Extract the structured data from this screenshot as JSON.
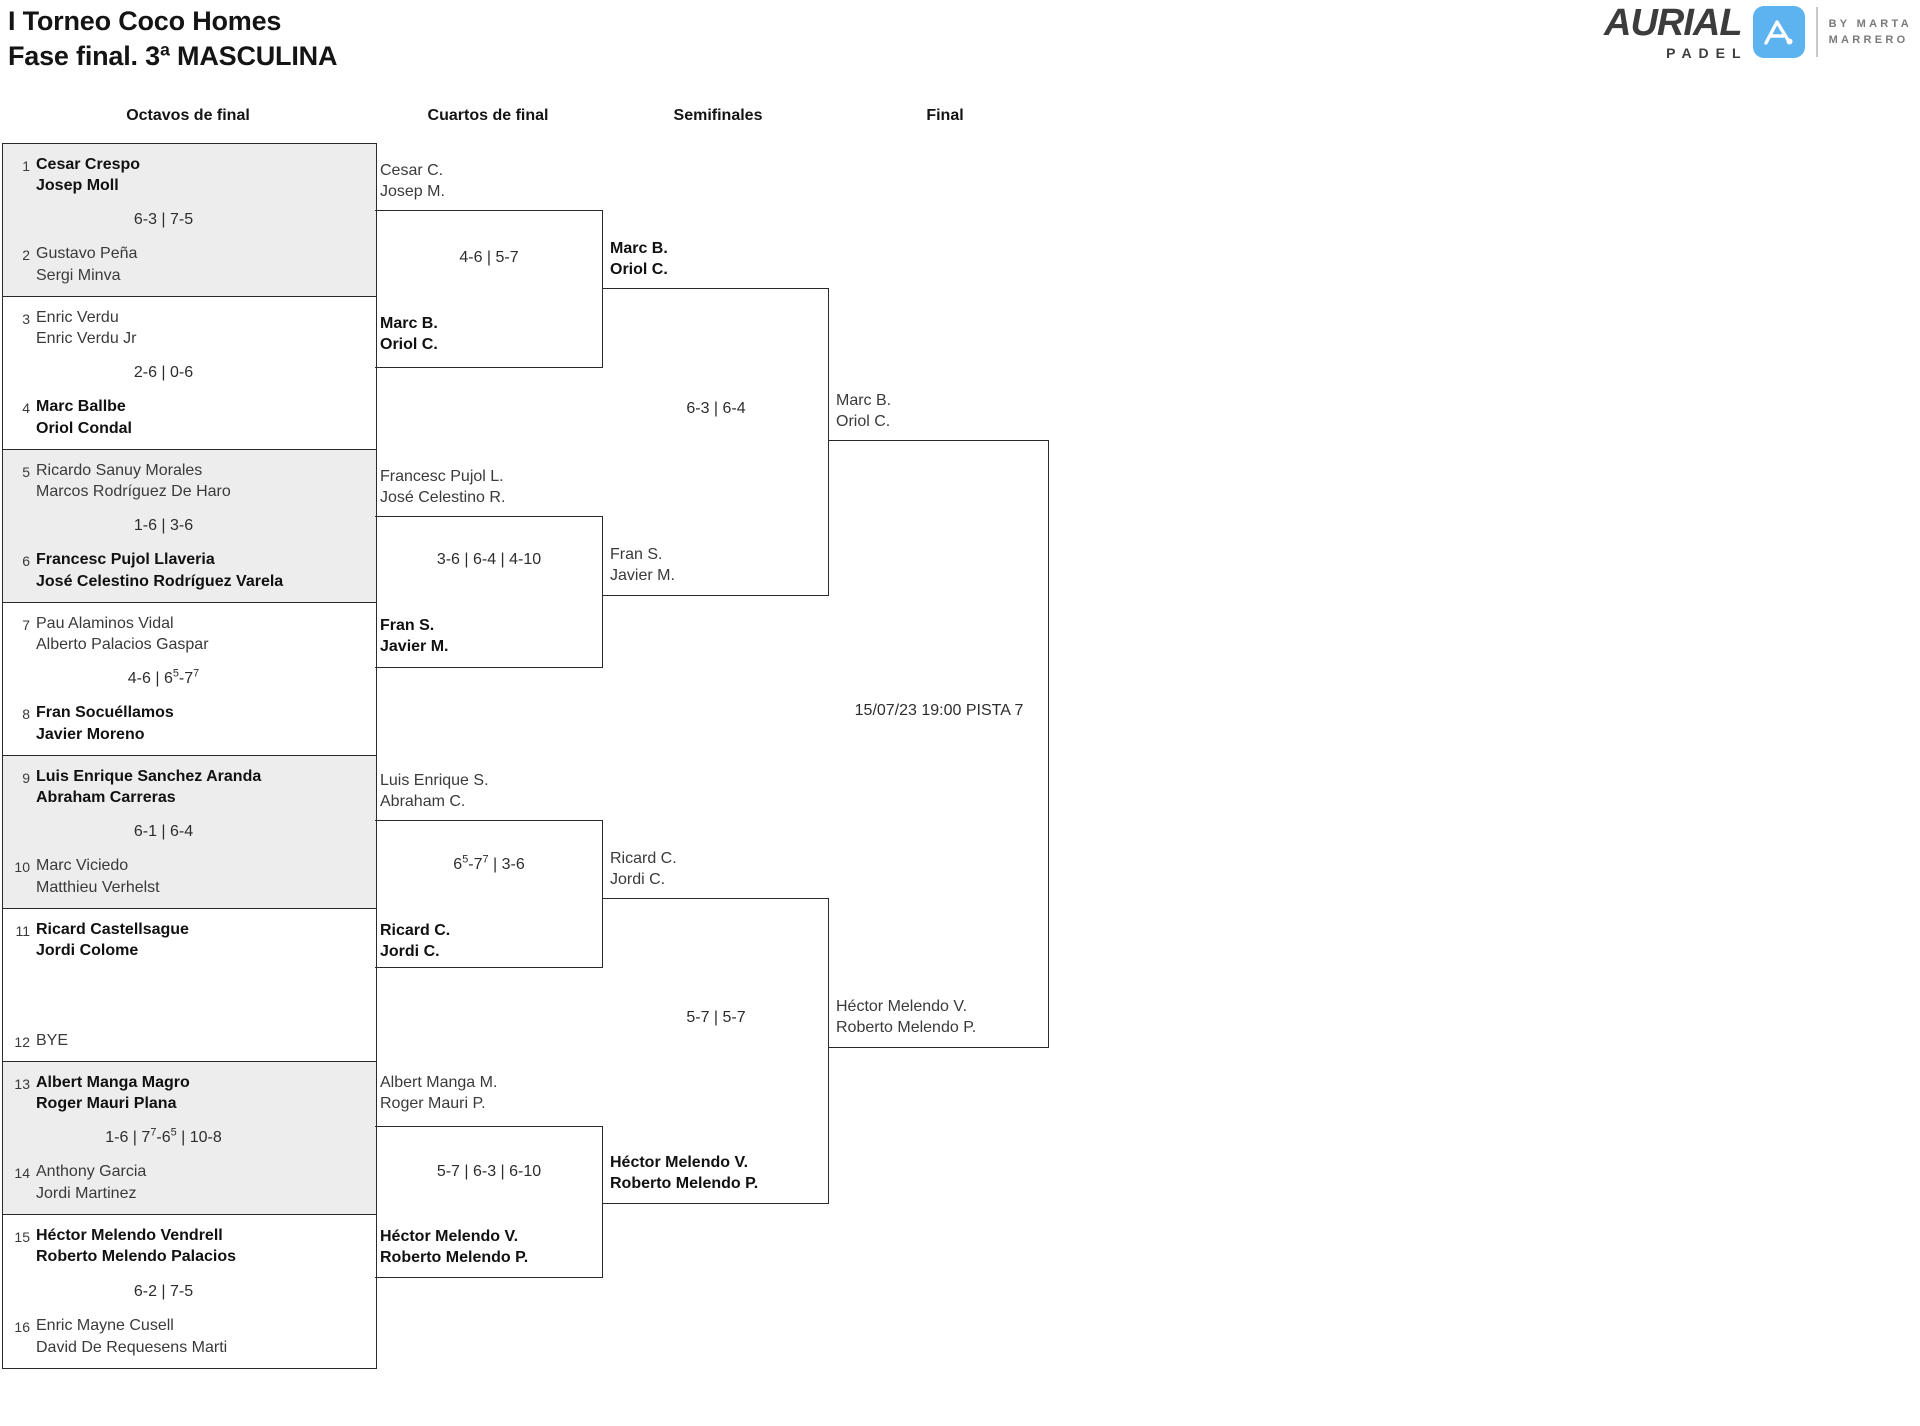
{
  "header": {
    "title_line1": "I Torneo Coco Homes",
    "title_line2": "Fase final. 3ª MASCULINA"
  },
  "logo": {
    "brand": "AURIAL",
    "sub": "PADEL",
    "by_line1": "BY  MARTA",
    "by_line2": "MARRERO",
    "mark_color": "#5cb3f0"
  },
  "rounds": [
    {
      "label": "Octavos de final"
    },
    {
      "label": "Cuartos de final"
    },
    {
      "label": "Semifinales"
    },
    {
      "label": "Final"
    }
  ],
  "r16": [
    {
      "seed_a": "1",
      "a1": "Cesar Crespo",
      "a2": "Josep Moll",
      "seed_b": "2",
      "b1": "Gustavo Peña",
      "b2": "Sergi Minva",
      "score": "6-3 | 7-5",
      "winner": "a"
    },
    {
      "seed_a": "3",
      "a1": "Enric Verdu",
      "a2": "Enric Verdu Jr",
      "seed_b": "4",
      "b1": "Marc Ballbe",
      "b2": "Oriol Condal",
      "score": "2-6 | 0-6",
      "winner": "b"
    },
    {
      "seed_a": "5",
      "a1": "Ricardo Sanuy Morales",
      "a2": "Marcos Rodríguez De Haro",
      "seed_b": "6",
      "b1": "Francesc Pujol Llaveria",
      "b2": "José Celestino Rodríguez Varela",
      "score": "1-6 | 3-6",
      "winner": "b"
    },
    {
      "seed_a": "7",
      "a1": "Pau Alaminos Vidal",
      "a2": "Alberto Palacios Gaspar",
      "seed_b": "8",
      "b1": "Fran Socuéllamos",
      "b2": "Javier Moreno",
      "score": "4-6 | 6<sup>5</sup>-7<sup>7</sup>",
      "winner": "b"
    },
    {
      "seed_a": "9",
      "a1": "Luis Enrique Sanchez Aranda",
      "a2": "Abraham Carreras",
      "seed_b": "10",
      "b1": "Marc Viciedo",
      "b2": "Matthieu Verhelst",
      "score": "6-1 | 6-4",
      "winner": "a"
    },
    {
      "seed_a": "11",
      "a1": "Ricard Castellsague",
      "a2": "Jordi Colome",
      "seed_b": "12",
      "b1": "BYE",
      "b2": "",
      "score": "",
      "winner": "a"
    },
    {
      "seed_a": "13",
      "a1": "Albert Manga Magro",
      "a2": "Roger Mauri Plana",
      "seed_b": "14",
      "b1": "Anthony Garcia",
      "b2": "Jordi Martinez",
      "score": "1-6 | 7<sup>7</sup>-6<sup>5</sup> | 10-8",
      "winner": "a"
    },
    {
      "seed_a": "15",
      "a1": "Héctor Melendo Vendrell",
      "a2": "Roberto Melendo Palacios",
      "seed_b": "16",
      "b1": "Enric Mayne Cusell",
      "b2": "David De Requesens Marti",
      "score": "6-2 | 7-5",
      "winner": "a"
    }
  ],
  "qf": [
    {
      "a1": "Cesar C.",
      "a2": "Josep M.",
      "b1": "Marc B.",
      "b2": "Oriol C.",
      "score": "4-6 | 5-7",
      "winner": "b"
    },
    {
      "a1": "Francesc Pujol L.",
      "a2": "José Celestino R.",
      "b1": "Fran S.",
      "b2": "Javier M.",
      "score": "3-6 | 6-4 | 4-10",
      "winner": "b"
    },
    {
      "a1": "Luis Enrique S.",
      "a2": "Abraham C.",
      "b1": "Ricard C.",
      "b2": "Jordi C.",
      "score": "6<sup>5</sup>-7<sup>7</sup> | 3-6",
      "winner": "b"
    },
    {
      "a1": "Albert Manga M.",
      "a2": "Roger Mauri P.",
      "b1": "Héctor Melendo V.",
      "b2": "Roberto Melendo P.",
      "score": "5-7 | 6-3 | 6-10",
      "winner": "b"
    }
  ],
  "sf": [
    {
      "a1": "Marc B.",
      "a2": "Oriol C.",
      "b1": "Fran S.",
      "b2": "Javier M.",
      "score": "6-3 | 6-4",
      "winner": "a"
    },
    {
      "a1": "Ricard C.",
      "a2": "Jordi C.",
      "b1": "Héctor Melendo V.",
      "b2": "Roberto Melendo P.",
      "score": "5-7 | 5-7",
      "winner": "b"
    }
  ],
  "final": {
    "a1": "Marc B.",
    "a2": "Oriol C.",
    "b1": "Héctor Melendo V.",
    "b2": "Roberto Melendo P.",
    "score": "15/07/23 19:00 PISTA 7"
  }
}
